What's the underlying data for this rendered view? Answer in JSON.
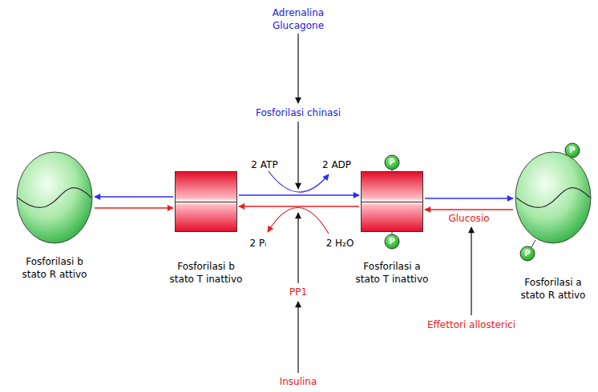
{
  "diagram": {
    "nodes": [
      {
        "text": [
          "Fosforilasi b stato R attivo"
        ]
      },
      {
        "text": [
          "Fosforilasi b stato T inattivo"
        ]
      },
      {
        "text": [
          "Fosforilasi a stato T inattivo"
        ]
      },
      {
        "text": [
          "Fosforilasi a stato R attivo"
        ]
      }
    ],
    "edges": [
      {
        "from": 1,
        "to": 0,
        "arrow": "to"
      },
      {
        "from": 0,
        "to": 1,
        "arrow": "to"
      },
      {
        "from": 1,
        "to": 2,
        "arrow": "to"
      },
      {
        "from": 2,
        "to": 1,
        "arrow": "to"
      },
      {
        "from": 2,
        "to": 3,
        "arrow": "to"
      },
      {
        "from": 3,
        "to": 2,
        "arrow": "to",
        "label": "Glucosio"
      }
    ],
    "labels": [
      "Adrenalina Glucagone",
      "Fosforilasi chinasi",
      "2 ATP",
      "2 ADP",
      "2 Pᵢ",
      "2 H₂O",
      "PP1",
      "Insulina",
      "Effettori allosterici",
      "P",
      "P",
      "P",
      "P"
    ]
  }
}
